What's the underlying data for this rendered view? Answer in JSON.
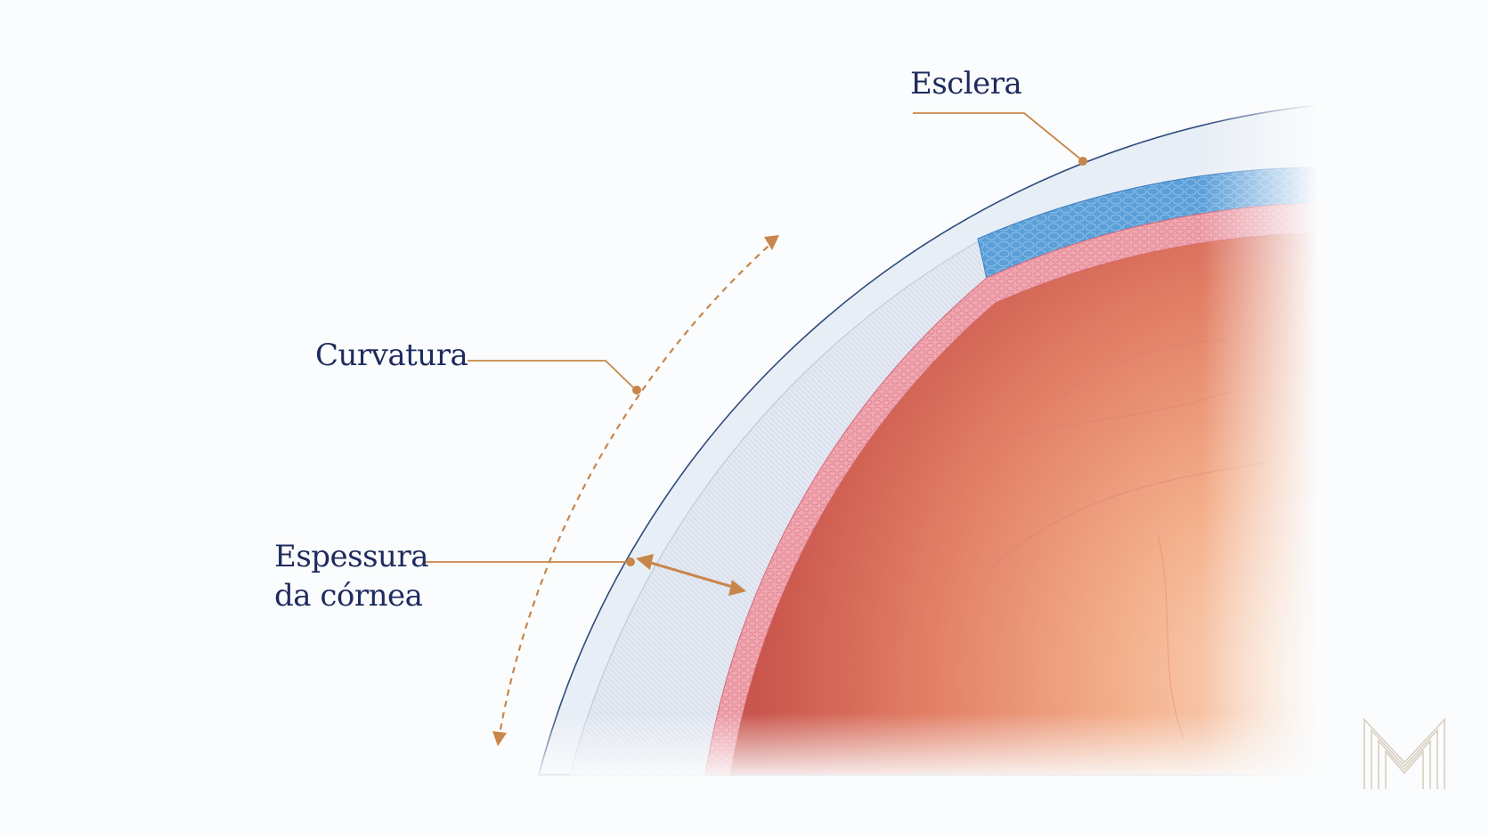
{
  "labels": {
    "sclera": "Esclera",
    "curvature": "Curvatura",
    "thickness_line1": "Espessura",
    "thickness_line2": "da córnea"
  },
  "colors": {
    "label_text": "#1f2b5e",
    "leader_line": "#c8864a",
    "sclera_blue": "#5b9fd8",
    "cornea_stroma": "#dde3ef",
    "iris_red": "#d9645a",
    "background": "#fbfcfd"
  },
  "icons": {
    "logo": "monogram-m-logo"
  }
}
